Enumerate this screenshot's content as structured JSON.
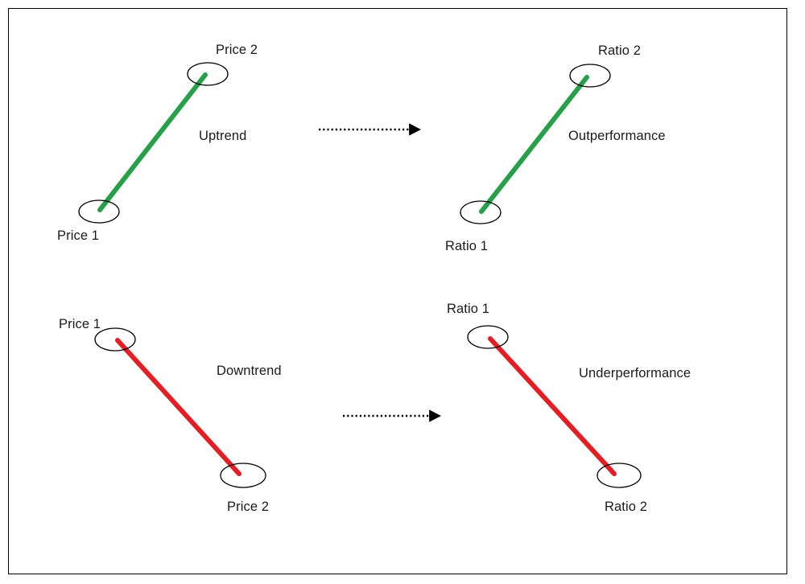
{
  "figure": {
    "background_color": "#ffffff",
    "border_color": "#000000",
    "node_outline_color": "#000000",
    "text_color": "#1a1a1a",
    "uptrend_color": "#27a04a",
    "downtrend_color": "#e31e24",
    "arrow_color": "#000000"
  },
  "panels": [
    {
      "id": "uptrend",
      "direction": "up",
      "line_color": "#27a04a",
      "caption": "Uptrend",
      "start_node_label": "Price 1",
      "end_node_label": "Price 2"
    },
    {
      "id": "outperformance",
      "direction": "up",
      "line_color": "#27a04a",
      "caption": "Outperformance",
      "start_node_label": "Ratio 1",
      "end_node_label": "Ratio 2"
    },
    {
      "id": "downtrend",
      "direction": "down",
      "line_color": "#e31e24",
      "caption": "Downtrend",
      "start_node_label": "Price 1",
      "end_node_label": "Price 2"
    },
    {
      "id": "underperformance",
      "direction": "down",
      "line_color": "#e31e24",
      "caption": "Underperformance",
      "start_node_label": "Ratio 1",
      "end_node_label": "Ratio 2"
    }
  ],
  "connectors": [
    {
      "id": "top-arrow",
      "style": "dotted",
      "head": "triangle",
      "from_panel": "uptrend",
      "to_panel": "outperformance"
    },
    {
      "id": "bottom-arrow",
      "style": "dotted",
      "head": "triangle",
      "from_panel": "downtrend",
      "to_panel": "underperformance"
    }
  ],
  "labels": {
    "uptrend_price1": "Price 1",
    "uptrend_price2": "Price 2",
    "uptrend_caption": "Uptrend",
    "outperf_ratio1": "Ratio 1",
    "outperf_ratio2": "Ratio 2",
    "outperf_caption": "Outperformance",
    "downtrend_price1": "Price 1",
    "downtrend_price2": "Price 2",
    "downtrend_caption": "Downtrend",
    "underperf_ratio1": "Ratio 1",
    "underperf_ratio2": "Ratio 2",
    "underperf_caption": "Underperformance"
  }
}
